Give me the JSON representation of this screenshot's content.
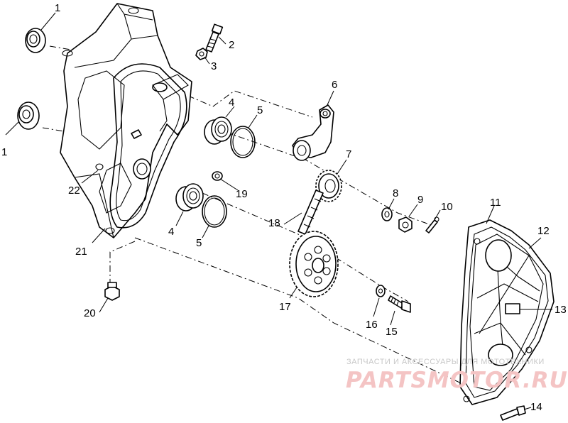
{
  "callouts": [
    {
      "id": "c1a",
      "text": "1"
    },
    {
      "id": "c1b",
      "text": "1"
    },
    {
      "id": "c2",
      "text": "2"
    },
    {
      "id": "c3",
      "text": "3"
    },
    {
      "id": "c4a",
      "text": "4"
    },
    {
      "id": "c4b",
      "text": "4"
    },
    {
      "id": "c5a",
      "text": "5"
    },
    {
      "id": "c5b",
      "text": "5"
    },
    {
      "id": "c6",
      "text": "6"
    },
    {
      "id": "c7",
      "text": "7"
    },
    {
      "id": "c8",
      "text": "8"
    },
    {
      "id": "c9",
      "text": "9"
    },
    {
      "id": "c10",
      "text": "10"
    },
    {
      "id": "c11",
      "text": "11"
    },
    {
      "id": "c12",
      "text": "12"
    },
    {
      "id": "c13",
      "text": "13"
    },
    {
      "id": "c14",
      "text": "14"
    },
    {
      "id": "c15",
      "text": "15"
    },
    {
      "id": "c16",
      "text": "16"
    },
    {
      "id": "c17",
      "text": "17"
    },
    {
      "id": "c18",
      "text": "18"
    },
    {
      "id": "c19",
      "text": "19"
    },
    {
      "id": "c20",
      "text": "20"
    },
    {
      "id": "c21",
      "text": "21"
    },
    {
      "id": "c22",
      "text": "22"
    }
  ],
  "watermark": {
    "tagline": "ЗАПЧАСТИ И АКСЕССУАРЫ ДЛЯ МОТОТЕХНИКИ",
    "brand": "PARTSMOTOR.RU",
    "color": "#f4c4c4"
  }
}
